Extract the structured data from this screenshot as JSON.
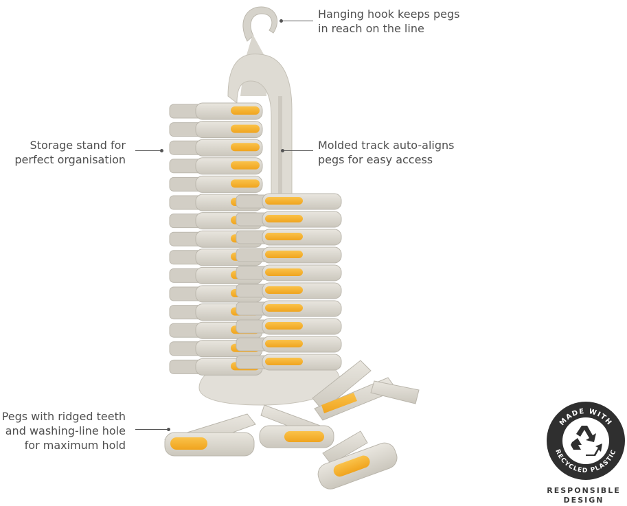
{
  "callouts": {
    "hook": {
      "line1": "Hanging hook keeps pegs",
      "line2": "in reach on the line"
    },
    "stand": {
      "line1": "Storage stand for",
      "line2": "perfect organisation"
    },
    "track": {
      "line1": "Molded track auto-aligns",
      "line2": "pegs for easy access"
    },
    "pegs": {
      "line1": "Pegs with ridged teeth",
      "line2": "and washing-line hole",
      "line3": "for maximum hold"
    }
  },
  "badge": {
    "arc_top": "MADE WITH",
    "arc_bottom": "RECYCLED PLASTIC",
    "icon": "recycle-icon",
    "caption1": "RESPONSIBLE",
    "caption2": "DESIGN"
  },
  "colors": {
    "peg_body": "#dcd9d2",
    "peg_shade": "#c9c5bc",
    "accent_yellow": "#f5b731",
    "badge_dark": "#2f2f2f"
  }
}
